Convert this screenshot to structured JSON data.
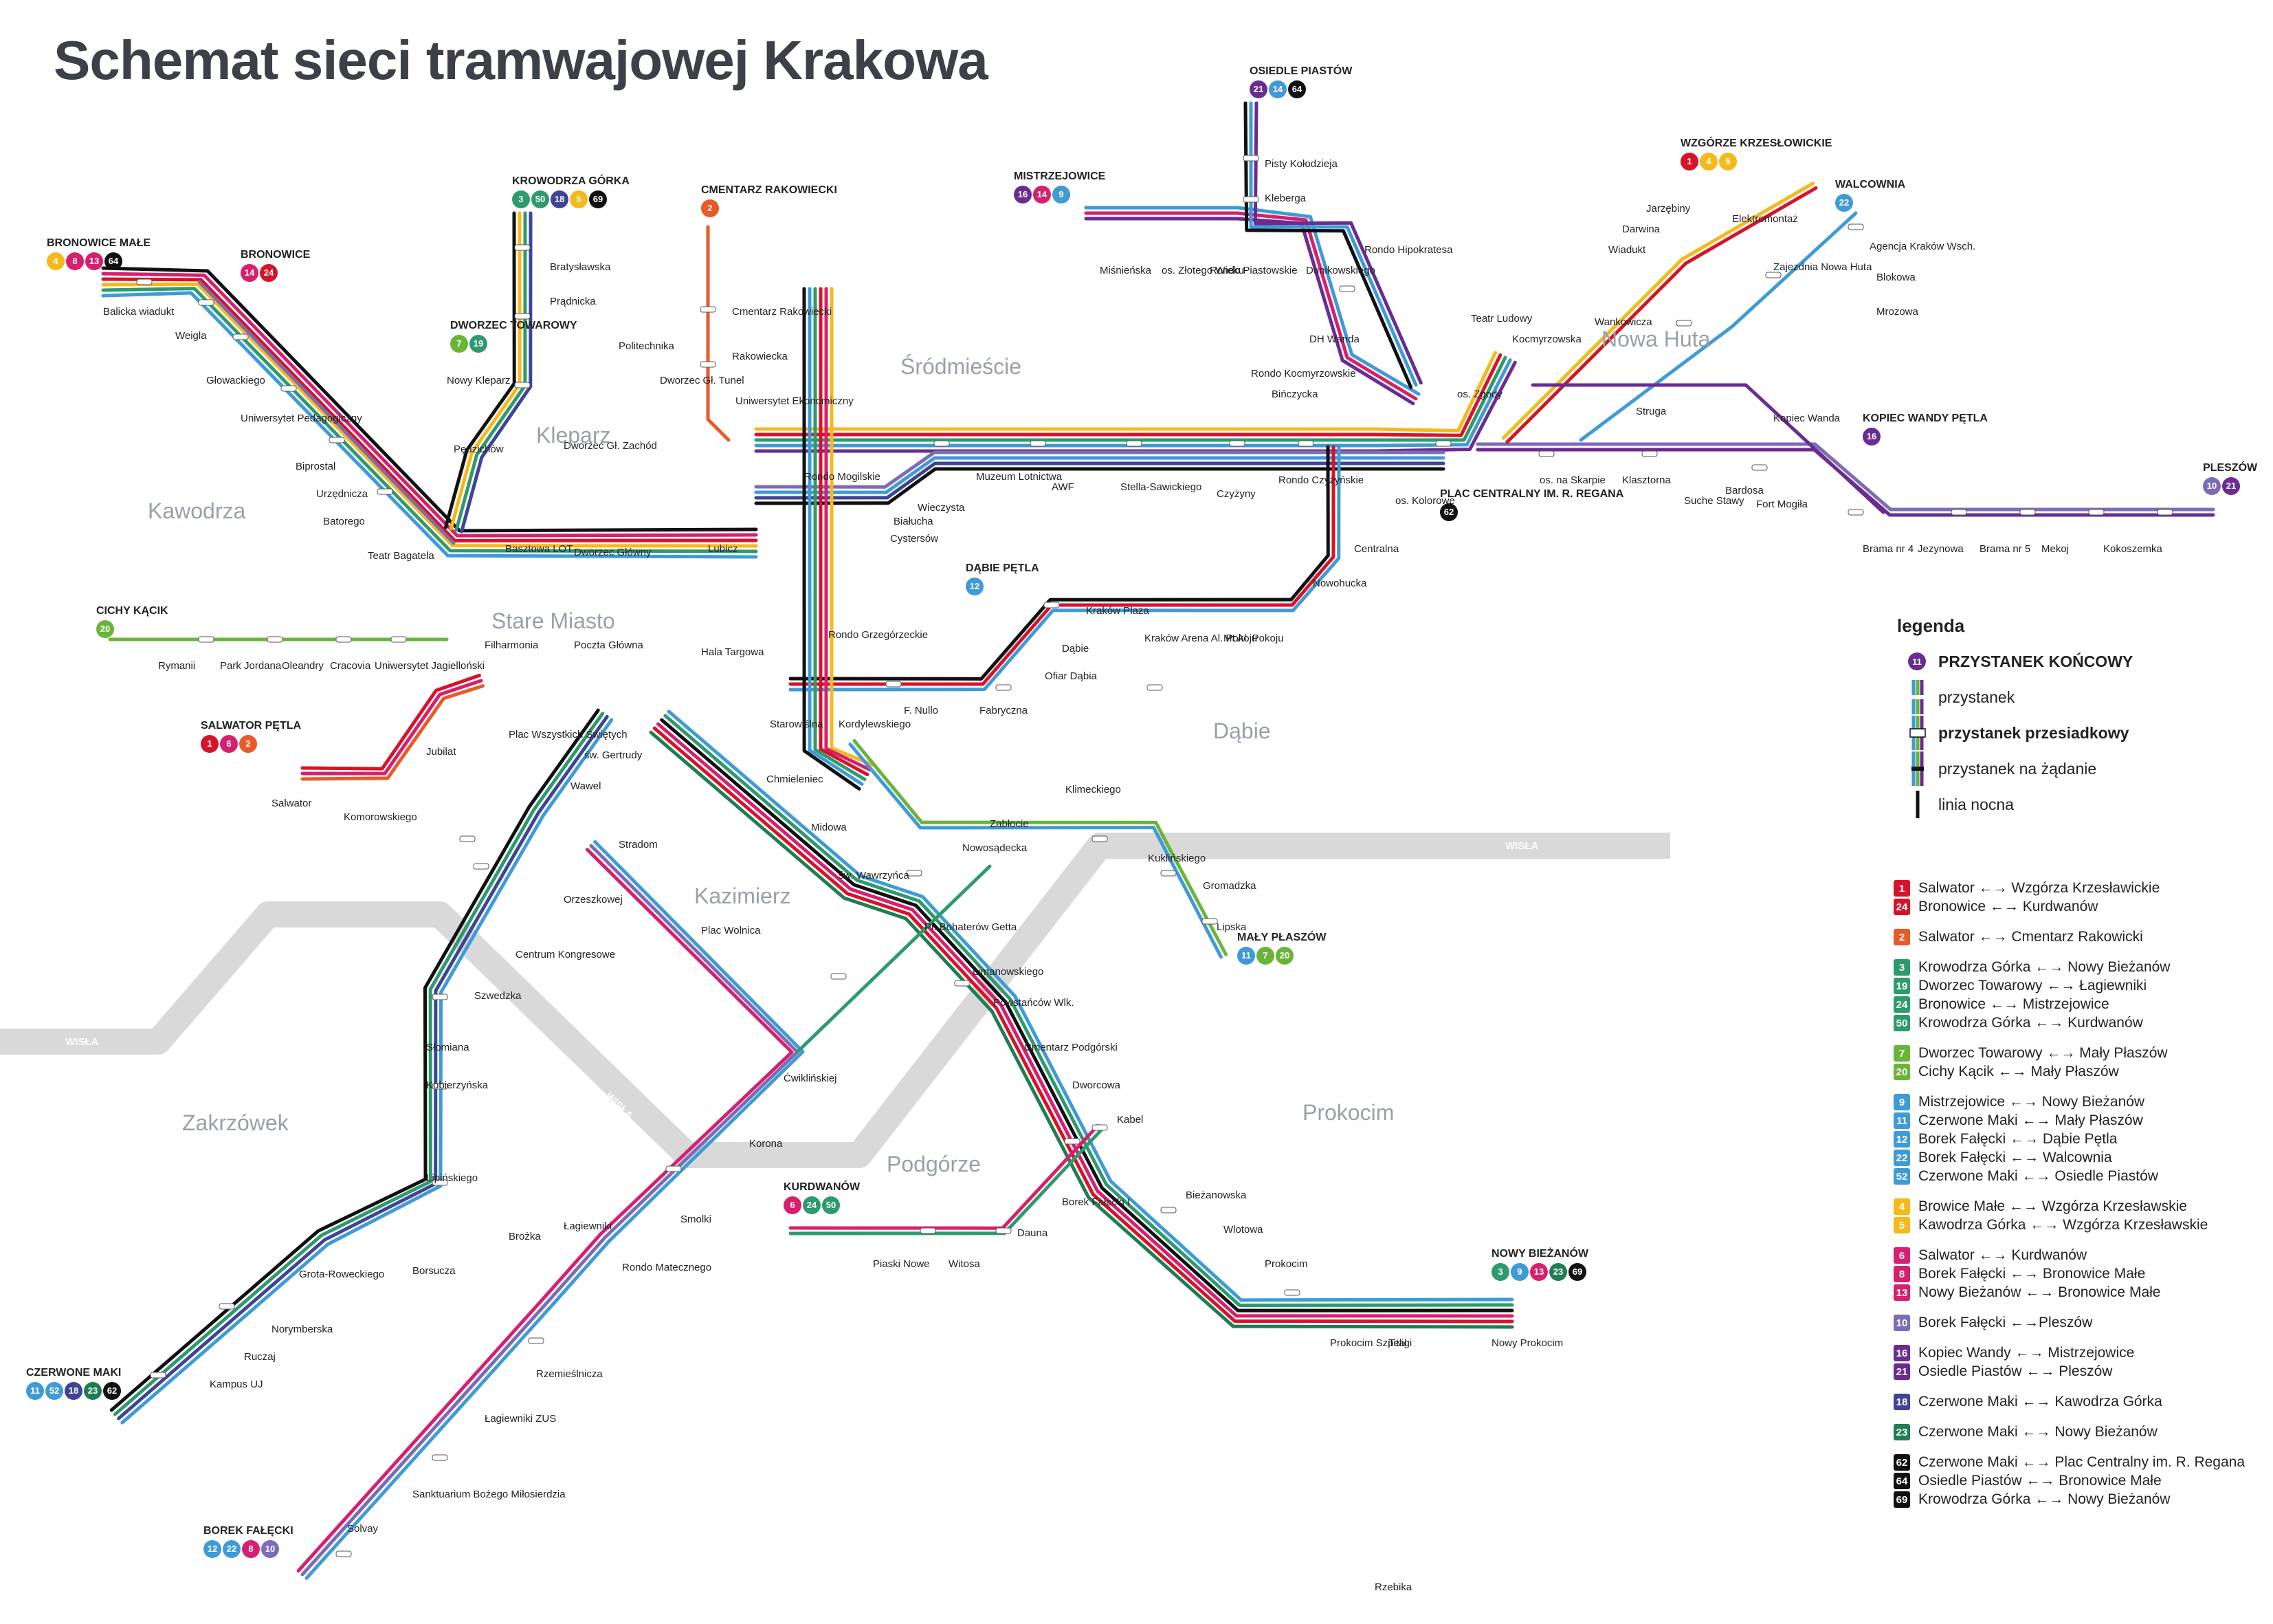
{
  "title": "Schemat sieci tramwajowej Krakowa",
  "colors": {
    "red": "#d7132a",
    "orange": "#e85a27",
    "green_dark": "#2e9a6d",
    "green_light": "#6bb43a",
    "blue": "#3e9bd6",
    "yellow": "#f5b91c",
    "pink": "#d6206e",
    "lavender": "#7c6bb6",
    "purple": "#6a2c91",
    "indigo": "#3f4496",
    "teal": "#1f7d53",
    "black": "#111111",
    "river": "#d9d9d9"
  },
  "districts": [
    {
      "label": "Kawodrza"
    },
    {
      "label": "Kleparz"
    },
    {
      "label": "Śródmieście"
    },
    {
      "label": "Nowa Huta"
    },
    {
      "label": "Stare Miasto"
    },
    {
      "label": "Dąbie"
    },
    {
      "label": "Kazimierz"
    },
    {
      "label": "Zakrzówek"
    },
    {
      "label": "Podgórze"
    },
    {
      "label": "Prokocim"
    }
  ],
  "river": [
    {
      "label": "WISŁA"
    },
    {
      "label": "WISŁA"
    },
    {
      "label": "WISŁA"
    }
  ],
  "terminals": [
    {
      "name": "BRONOWICE MAŁE",
      "lines": [
        [
          "4",
          "#f5b91c"
        ],
        [
          "8",
          "#d6206e"
        ],
        [
          "13",
          "#d6206e"
        ],
        [
          "64",
          "#111111"
        ]
      ]
    },
    {
      "name": "BRONOWICE",
      "lines": [
        [
          "14",
          "#d6206e"
        ],
        [
          "24",
          "#d7132a"
        ]
      ]
    },
    {
      "name": "KROWODRZA GÓRKA",
      "lines": [
        [
          "3",
          "#2e9a6d"
        ],
        [
          "50",
          "#2e9a6d"
        ],
        [
          "18",
          "#3f4496"
        ],
        [
          "5",
          "#f5b91c"
        ],
        [
          "69",
          "#111111"
        ]
      ]
    },
    {
      "name": "CMENTARZ RAKOWIECKI",
      "lines": [
        [
          "2",
          "#e85a27"
        ]
      ]
    },
    {
      "name": "OSIEDLE PIASTÓW",
      "lines": [
        [
          "21",
          "#6a2c91"
        ],
        [
          "14",
          "#3e9bd6"
        ],
        [
          "64",
          "#111111"
        ]
      ]
    },
    {
      "name": "MISTRZEJOWICE",
      "lines": [
        [
          "16",
          "#6a2c91"
        ],
        [
          "14",
          "#d6206e"
        ],
        [
          "9",
          "#3e9bd6"
        ]
      ]
    },
    {
      "name": "WZGÓRZE KRZESŁOWICKIE",
      "lines": [
        [
          "1",
          "#d7132a"
        ],
        [
          "4",
          "#f5b91c"
        ],
        [
          "5",
          "#f5b91c"
        ]
      ]
    },
    {
      "name": "WALCOWNIA",
      "lines": [
        [
          "22",
          "#3e9bd6"
        ]
      ]
    },
    {
      "name": "KOPIEC WANDY PĘTLA",
      "lines": [
        [
          "16",
          "#6a2c91"
        ]
      ]
    },
    {
      "name": "PLESZÓW",
      "lines": [
        [
          "10",
          "#7c6bb6"
        ],
        [
          "21",
          "#6a2c91"
        ]
      ]
    },
    {
      "name": "DWORZEC TOWAROWY",
      "lines": [
        [
          "7",
          "#6bb43a"
        ],
        [
          "19",
          "#2e9a6d"
        ]
      ]
    },
    {
      "name": "CICHY KĄCIK",
      "lines": [
        [
          "20",
          "#6bb43a"
        ]
      ]
    },
    {
      "name": "SALWATOR PĘTLA",
      "lines": [
        [
          "1",
          "#d7132a"
        ],
        [
          "6",
          "#d6206e"
        ],
        [
          "2",
          "#e85a27"
        ]
      ]
    },
    {
      "name": "DĄBIE PĘTLA",
      "lines": [
        [
          "12",
          "#3e9bd6"
        ]
      ]
    },
    {
      "name": "PLAC CENTRALNY IM. R. REGANA",
      "lines": [
        [
          "62",
          "#111111"
        ]
      ]
    },
    {
      "name": "MAŁY PŁASZÓW",
      "lines": [
        [
          "11",
          "#3e9bd6"
        ],
        [
          "7",
          "#6bb43a"
        ],
        [
          "20",
          "#6bb43a"
        ]
      ]
    },
    {
      "name": "KURDWANÓW",
      "lines": [
        [
          "6",
          "#d6206e"
        ],
        [
          "24",
          "#2e9a6d"
        ],
        [
          "50",
          "#2e9a6d"
        ]
      ]
    },
    {
      "name": "NOWY BIEŻANÓW",
      "lines": [
        [
          "3",
          "#2e9a6d"
        ],
        [
          "9",
          "#3e9bd6"
        ],
        [
          "13",
          "#d6206e"
        ],
        [
          "23",
          "#1f7d53"
        ],
        [
          "69",
          "#111111"
        ]
      ]
    },
    {
      "name": "CZERWONE MAKI",
      "lines": [
        [
          "11",
          "#3e9bd6"
        ],
        [
          "52",
          "#3e9bd6"
        ],
        [
          "18",
          "#3f4496"
        ],
        [
          "23",
          "#1f7d53"
        ],
        [
          "62",
          "#111111"
        ]
      ]
    },
    {
      "name": "BOREK FAŁĘCKI",
      "lines": [
        [
          "12",
          "#3e9bd6"
        ],
        [
          "22",
          "#3e9bd6"
        ],
        [
          "8",
          "#d6206e"
        ],
        [
          "10",
          "#7c6bb6"
        ]
      ]
    }
  ],
  "stops": [
    {
      "name": "Balicka wiadukt"
    },
    {
      "name": "Weigla"
    },
    {
      "name": "Głowackiego"
    },
    {
      "name": "Uniwersytet Pedagogiczny"
    },
    {
      "name": "Biprostal"
    },
    {
      "name": "Urzędnicza"
    },
    {
      "name": "Batorego"
    },
    {
      "name": "Teatr Bagatela"
    },
    {
      "name": "Bratysławska"
    },
    {
      "name": "Prądnicka"
    },
    {
      "name": "Nowy Kleparz"
    },
    {
      "name": "Pędzichów"
    },
    {
      "name": "Politechnika"
    },
    {
      "name": "Dworzec Gł. Tunel"
    },
    {
      "name": "Dworzec Gł. Zachód"
    },
    {
      "name": "Cmentarz Rakowiecki"
    },
    {
      "name": "Rakowiecka"
    },
    {
      "name": "Uniwersytet Ekonomiczny"
    },
    {
      "name": "Rondo Mogilskie"
    },
    {
      "name": "Lubicz"
    },
    {
      "name": "Basztowa LOT"
    },
    {
      "name": "Dworzec Główny"
    },
    {
      "name": "Filharmonia"
    },
    {
      "name": "Poczta Główna"
    },
    {
      "name": "Hala Targowa"
    },
    {
      "name": "Starowiślna"
    },
    {
      "name": "Rondo Grzegórzeckie"
    },
    {
      "name": "Wieczysta"
    },
    {
      "name": "Białucha"
    },
    {
      "name": "Cystersów"
    },
    {
      "name": "Muzeum Lotnictwa"
    },
    {
      "name": "AWF"
    },
    {
      "name": "Stella-Sawickiego"
    },
    {
      "name": "Czyżyny"
    },
    {
      "name": "Rondo Czyżyńskie"
    },
    {
      "name": "Centralna"
    },
    {
      "name": "Nowohucka"
    },
    {
      "name": "os. Kolorowe"
    },
    {
      "name": "os. na Skarpie"
    },
    {
      "name": "Klasztorna"
    },
    {
      "name": "Suche Stawy"
    },
    {
      "name": "Bardosa"
    },
    {
      "name": "Fort Mogiła"
    },
    {
      "name": "Brama nr 4"
    },
    {
      "name": "Jezynowa"
    },
    {
      "name": "Brama nr 5"
    },
    {
      "name": "Mekoj"
    },
    {
      "name": "Kokoszemka"
    },
    {
      "name": "Pisty Kołodzieja"
    },
    {
      "name": "Kleberga"
    },
    {
      "name": "Rondo Hipokratesa"
    },
    {
      "name": "Dunikowskiego"
    },
    {
      "name": "Rondo Piastowskie"
    },
    {
      "name": "os. Złotego Wieku"
    },
    {
      "name": "Miśnieńska"
    },
    {
      "name": "DH Wanda"
    },
    {
      "name": "Rondo Kocmyrzowskie"
    },
    {
      "name": "Bińczycka"
    },
    {
      "name": "Teatr Ludowy"
    },
    {
      "name": "Kocmyrzowska"
    },
    {
      "name": "Wankowicza"
    },
    {
      "name": "Wiadukt"
    },
    {
      "name": "Darwina"
    },
    {
      "name": "Jarzębiny"
    },
    {
      "name": "Elektromontaż"
    },
    {
      "name": "Zajezdnia Nowa Huta"
    },
    {
      "name": "Agencja Kraków Wsch."
    },
    {
      "name": "Blokowa"
    },
    {
      "name": "Mrozowa"
    },
    {
      "name": "os. Zgody"
    },
    {
      "name": "Struga"
    },
    {
      "name": "Kopiec Wanda"
    },
    {
      "name": "Kraków Plaza"
    },
    {
      "name": "Dąbie"
    },
    {
      "name": "Ofiar Dąbia"
    },
    {
      "name": "Kraków Arena Al. Pokoju"
    },
    {
      "name": "Mt Al. Pokoju"
    },
    {
      "name": "Fabryczna"
    },
    {
      "name": "F. Nullo"
    },
    {
      "name": "Kordylewskiego"
    },
    {
      "name": "Rymanii"
    },
    {
      "name": "Park Jordana"
    },
    {
      "name": "Oleandry"
    },
    {
      "name": "Cracovia"
    },
    {
      "name": "Uniwersytet Jagielloński"
    },
    {
      "name": "Jubilat"
    },
    {
      "name": "Salwator"
    },
    {
      "name": "Komorowskiego"
    },
    {
      "name": "Plac Wszystkich Świętych"
    },
    {
      "name": "św. Gertrudy"
    },
    {
      "name": "Wawel"
    },
    {
      "name": "Stradom"
    },
    {
      "name": "Orzeszkowej"
    },
    {
      "name": "Plac Wolnica"
    },
    {
      "name": "Centrum Kongresowe"
    },
    {
      "name": "Szwedzka"
    },
    {
      "name": "Słomiana"
    },
    {
      "name": "Kobierzyńska"
    },
    {
      "name": "Lipińskiego"
    },
    {
      "name": "Łagiewniki"
    },
    {
      "name": "Brożka"
    },
    {
      "name": "Borsucza"
    },
    {
      "name": "Grota-Roweckiego"
    },
    {
      "name": "Norymberska"
    },
    {
      "name": "Ruczaj"
    },
    {
      "name": "Kampus UJ"
    },
    {
      "name": "Chmieleniec"
    },
    {
      "name": "Midowa"
    },
    {
      "name": "św. Wawrzyńca"
    },
    {
      "name": "Pl. Bohaterów Getta"
    },
    {
      "name": "Limanowskiego"
    },
    {
      "name": "Powstańców Wlk."
    },
    {
      "name": "Cmentarz Podgórski"
    },
    {
      "name": "Dworcowa"
    },
    {
      "name": "Kabel"
    },
    {
      "name": "Bieżanowska"
    },
    {
      "name": "Wlotowa"
    },
    {
      "name": "Prokocim"
    },
    {
      "name": "Prokocim Szpital"
    },
    {
      "name": "Teligi"
    },
    {
      "name": "Nowy Prokocim"
    },
    {
      "name": "Ćwiklińskiej"
    },
    {
      "name": "Korona"
    },
    {
      "name": "Smolki"
    },
    {
      "name": "Rondo Matecznego"
    },
    {
      "name": "Rzemieślnicza"
    },
    {
      "name": "Łagiewniki ZUS"
    },
    {
      "name": "Sanktuarium Bożego Miłosierdzia"
    },
    {
      "name": "Solvay"
    },
    {
      "name": "Borek Fałęcki I"
    },
    {
      "name": "Dauna"
    },
    {
      "name": "Piaski Nowe"
    },
    {
      "name": "Witosa"
    },
    {
      "name": "Nowosądecka"
    },
    {
      "name": "Zabłocie"
    },
    {
      "name": "Klimeckiego"
    },
    {
      "name": "Kuklińskiego"
    },
    {
      "name": "Gromadzka"
    },
    {
      "name": "Lipska"
    },
    {
      "name": "Rzebika"
    }
  ],
  "legend": {
    "title": "legenda",
    "terminal_badge": "11",
    "terminal": "PRZYSTANEK KOŃCOWY",
    "stop": "przystanek",
    "interchange": "przystanek przesiadkowy",
    "request": "przystanek na żądanie",
    "night": "linia nocna"
  },
  "route_groups": [
    {
      "routes": [
        [
          "1",
          "#d7132a",
          "Salwator ←→ Wzgórza Krzesławickie"
        ],
        [
          "24",
          "#d7132a",
          "Bronowice ←→ Kurdwanów"
        ]
      ]
    },
    {
      "routes": [
        [
          "2",
          "#e85a27",
          "Salwator ←→ Cmentarz Rakowicki"
        ]
      ]
    },
    {
      "routes": [
        [
          "3",
          "#2e9a6d",
          "Krowodrza Górka ←→ Nowy Bieżanów"
        ],
        [
          "19",
          "#2e9a6d",
          "Dworzec Towarowy ←→ Łagiewniki"
        ],
        [
          "24",
          "#2e9a6d",
          "Bronowice ←→ Mistrzejowice"
        ],
        [
          "50",
          "#2e9a6d",
          "Krowodrza Górka ←→ Kurdwanów"
        ]
      ]
    },
    {
      "routes": [
        [
          "7",
          "#6bb43a",
          "Dworzec Towarowy ←→ Mały Płaszów"
        ],
        [
          "20",
          "#6bb43a",
          "Cichy Kącik ←→ Mały Płaszów"
        ]
      ]
    },
    {
      "routes": [
        [
          "9",
          "#3e9bd6",
          "Mistrzejowice ←→ Nowy Bieżanów"
        ],
        [
          "11",
          "#3e9bd6",
          "Czerwone Maki ←→ Mały Płaszów"
        ],
        [
          "12",
          "#3e9bd6",
          "Borek Fałęcki ←→ Dąbie Pętla"
        ],
        [
          "22",
          "#3e9bd6",
          "Borek Fałęcki ←→ Walcownia"
        ],
        [
          "52",
          "#3e9bd6",
          "Czerwone Maki ←→ Osiedle Piastów"
        ]
      ]
    },
    {
      "routes": [
        [
          "4",
          "#f5b91c",
          "Browice Małe ←→ Wzgórza Krzesławskie"
        ],
        [
          "5",
          "#f5b91c",
          "Kawodrza Górka ←→ Wzgórza Krzesławskie"
        ]
      ]
    },
    {
      "routes": [
        [
          "6",
          "#d6206e",
          "Salwator ←→ Kurdwanów"
        ],
        [
          "8",
          "#d6206e",
          "Borek Fałęcki ←→ Bronowice Małe"
        ],
        [
          "13",
          "#d6206e",
          "Nowy Bieżanów ←→ Bronowice Małe"
        ]
      ]
    },
    {
      "routes": [
        [
          "10",
          "#7c6bb6",
          "Borek Fałęcki ←→Pleszów"
        ]
      ]
    },
    {
      "routes": [
        [
          "16",
          "#6a2c91",
          "Kopiec Wandy ←→ Mistrzejowice"
        ],
        [
          "21",
          "#6a2c91",
          "Osiedle Piastów ←→ Pleszów"
        ]
      ]
    },
    {
      "routes": [
        [
          "18",
          "#3f4496",
          "Czerwone Maki ←→ Kawodrza Górka"
        ]
      ]
    },
    {
      "routes": [
        [
          "23",
          "#1f7d53",
          "Czerwone Maki ←→ Nowy Bieżanów"
        ]
      ]
    },
    {
      "routes": [
        [
          "62",
          "#111111",
          "Czerwone Maki ←→ Plac Centralny im. R. Regana"
        ],
        [
          "64",
          "#111111",
          "Osiedle Piastów ←→ Bronowice Małe"
        ],
        [
          "69",
          "#111111",
          "Krowodrza Górka ←→ Nowy Bieżanów"
        ]
      ]
    }
  ]
}
